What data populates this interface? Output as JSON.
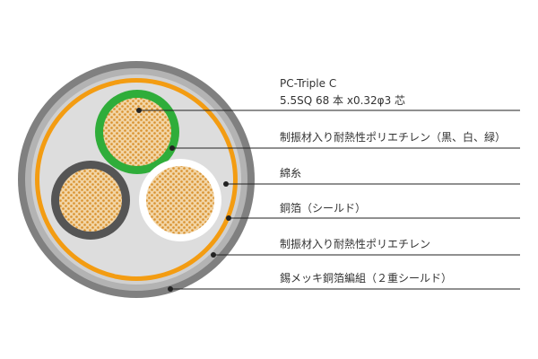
{
  "labels": {
    "conductor_material": "PC-Triple C",
    "conductor_spec": "5.5SQ 68 本 x0.32φ3 芯",
    "insulation": "制振材入り耐熱性ポリエチレン（黒、白、緑）",
    "filler": "綿糸",
    "shield_foil": "銅箔（シールド）",
    "inner_jacket": "制振材入り耐熱性ポリエチレン",
    "braid_shield": "錫メッキ銅箔編組（２重シールド）"
  },
  "colors": {
    "outer_sheath": "#808080",
    "braid": "#b3b3b3",
    "shield_foil": "#f39c12",
    "filler": "#dddddd",
    "insulation_green": "#2fad3a",
    "insulation_black": "#555555",
    "insulation_white": "#ffffff",
    "conductor": "#f2d5a6",
    "strand_dot": "#d9912e",
    "leader": "#222222"
  }
}
